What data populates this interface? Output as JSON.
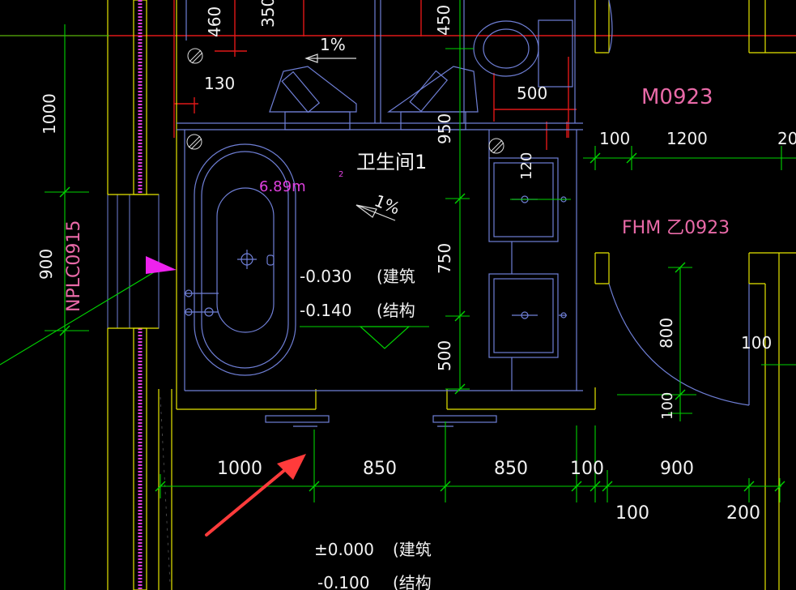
{
  "colors": {
    "background": "#000000",
    "wall": "#e6e600",
    "fixture": "#6f7fd6",
    "dimension": "#00d400",
    "axis": "#e01818",
    "text": "#f2f2f2",
    "pink_label": "#e96aa8",
    "magenta": "#ee22ee",
    "arrow": "#ff3b3b",
    "wall_hatch": "#e040e0"
  },
  "labels": {
    "room_name": "卫生间1",
    "area_value": "6.89m",
    "area_exponent": "2",
    "slope_upper": "1%",
    "slope_middle": "1%",
    "door_m": "M0923",
    "door_fhm": "FHM 乙0923",
    "window_npl": "NPLC0915",
    "elev_arch": "-0.030",
    "elev_arch_note": "(建筑",
    "elev_struct": "-0.140",
    "elev_struct_note": "(结构",
    "floor_arch": "±0.000",
    "floor_arch_note": "(建筑",
    "floor_struct": "-0.100",
    "floor_struct_note": "(结构"
  },
  "dimensions": {
    "d460": "460",
    "d350": "350",
    "d450": "450",
    "d130": "130",
    "d500_top": "500",
    "d950": "950",
    "d100_a": "100",
    "d1200": "1200",
    "d20": "20",
    "d120": "120",
    "d1000_left": "1000",
    "d900_left": "900",
    "d750": "750",
    "d500_mid": "500",
    "d800": "800",
    "d100_right": "100",
    "d100_small": "100",
    "d1000_bottom": "1000",
    "d850_a": "850",
    "d850_b": "850",
    "d100_b": "100",
    "d900_bottom": "900",
    "d100_low": "100",
    "d200": "200"
  }
}
